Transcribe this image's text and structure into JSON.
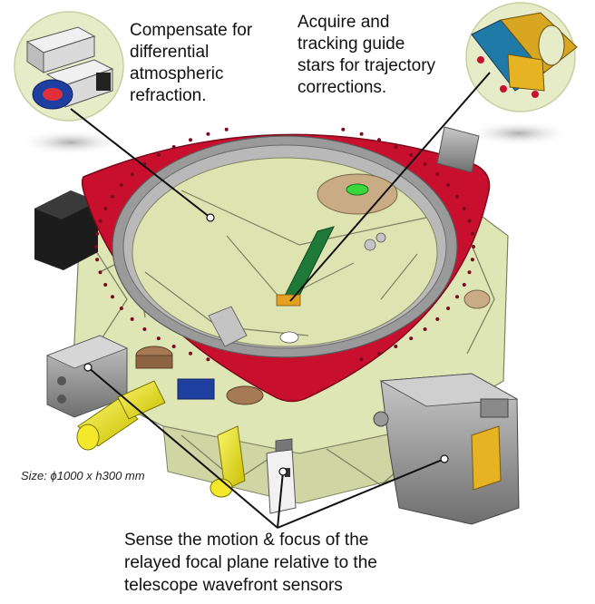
{
  "annotations": {
    "adc": {
      "lines": [
        "Compensate for",
        "differential",
        "atmospheric",
        "refraction."
      ]
    },
    "guide": {
      "lines": [
        "Acquire and",
        "tracking guide",
        "stars for trajectory",
        "corrections."
      ]
    },
    "wfs": {
      "lines": [
        "Sense the motion & focus of the",
        "relayed focal plane relative to the",
        "telescope wavefront sensors"
      ]
    },
    "size": "Size: ϕ1000 x h300 mm"
  },
  "colors": {
    "ring": "#c8102e",
    "structure": "#dfe6b6",
    "metal": "#8e8e8e",
    "motor": "#e8e000",
    "arm": "#1f7a3a",
    "blue": "#1f3fa0",
    "bubble": "#e6ecc7"
  },
  "icons": [
    "adc-prism-assembly",
    "guide-probe-mirror",
    "wavefront-sensor-camera",
    "motor",
    "probe-arm"
  ]
}
